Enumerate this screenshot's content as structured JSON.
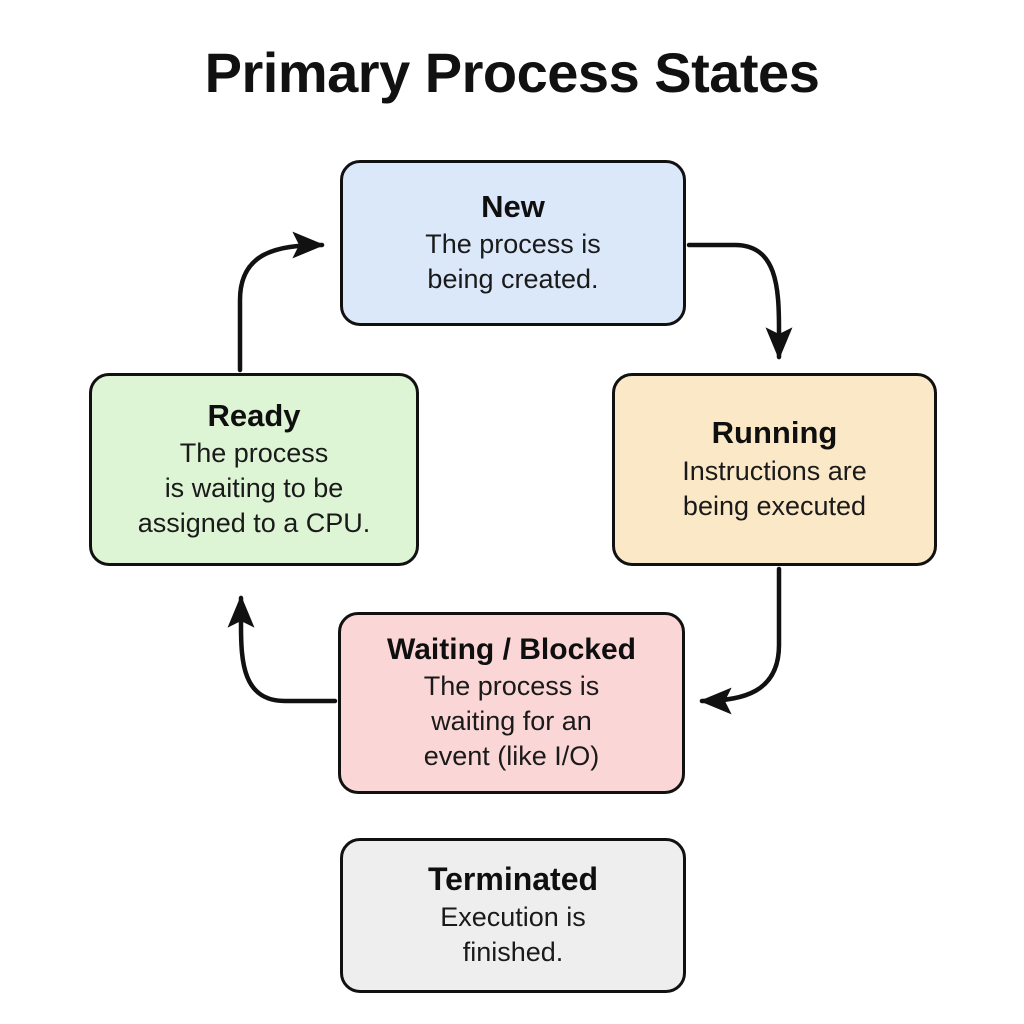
{
  "diagram": {
    "title": "Primary Process States",
    "background": "#ffffff",
    "stroke": "#111111",
    "type": "state-flow-diagram"
  },
  "states": {
    "new": {
      "name": "New",
      "description": "The process is being created.",
      "line1": "The process is",
      "line2": "being created.",
      "fill": "#dbe8fa"
    },
    "ready": {
      "name": "Ready",
      "description": "The process is waiting to be assigned to a CPU.",
      "line1": "The process",
      "line2": "is waiting to be",
      "line3": "assigned to a CPU.",
      "fill": "#ddf5d4"
    },
    "running": {
      "name": "Running",
      "description": "Instructions are being executed",
      "line1": "Instructions are",
      "line2": "being executed",
      "fill": "#fbe8c6"
    },
    "waiting": {
      "name": "Waiting / Blocked",
      "description": "The process is waiting for an event (like I/O)",
      "line1": "The process is",
      "line2": "waiting for an",
      "line3": "event (like I/O)",
      "fill": "#fbd6d6"
    },
    "terminated": {
      "name": "Terminated",
      "description": "Execution is finished.",
      "line1": "Execution is",
      "line2": "finished.",
      "fill": "#eeeeee"
    }
  },
  "transitions": [
    {
      "id": "ready-to-new",
      "from": "Ready",
      "to": "New",
      "label": ""
    },
    {
      "id": "new-to-running",
      "from": "New",
      "to": "Running",
      "label": ""
    },
    {
      "id": "running-to-waiting",
      "from": "Running",
      "to": "Waiting / Blocked",
      "label": ""
    },
    {
      "id": "waiting-to-ready",
      "from": "Waiting / Blocked",
      "to": "Ready",
      "label": ""
    }
  ]
}
